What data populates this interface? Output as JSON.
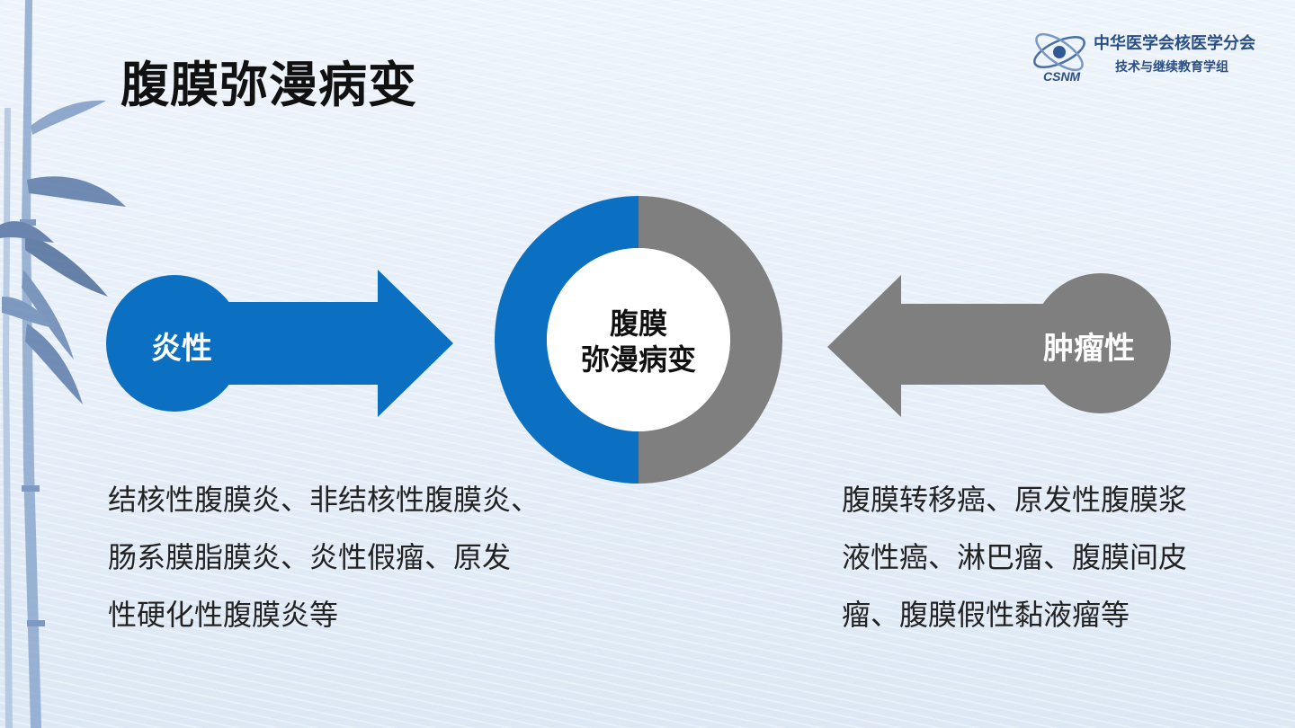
{
  "title": "腹膜弥漫病变",
  "logo": {
    "mark_text": "CSNM",
    "line1": "中华医学会核医学分会",
    "line2": "技术与继续教育学组"
  },
  "left_arrow": {
    "label": "炎性",
    "color": "#0b6fc2"
  },
  "right_arrow": {
    "label": "肿瘤性",
    "color": "#7f7f7f"
  },
  "donut": {
    "line1": "腹膜",
    "line2": "弥漫病变",
    "left_color": "#0b6fc2",
    "right_color": "#7f7f7f"
  },
  "left_desc": [
    "结核性腹膜炎、非结核性腹膜炎、",
    "肠系膜脂膜炎、炎性假瘤、原发",
    "性硬化性腹膜炎等"
  ],
  "right_desc": [
    "腹膜转移癌、原发性腹膜浆",
    "液性癌、淋巴瘤、腹膜间皮",
    "瘤、腹膜假性黏液瘤等"
  ]
}
